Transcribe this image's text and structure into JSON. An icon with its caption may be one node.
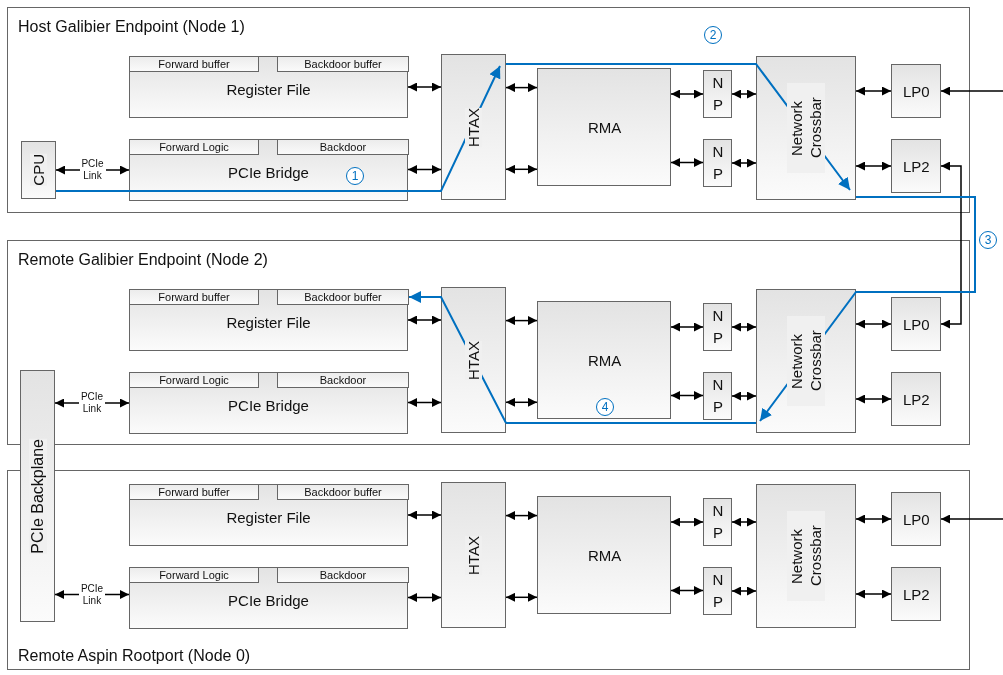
{
  "diagram": {
    "nodes": [
      {
        "text": [
          "Host Galibier Endpoint (Node 1)"
        ]
      },
      {
        "text": [
          "Register File"
        ],
        "in": 0
      },
      {
        "text": [
          "Forward buffer"
        ],
        "in": 1
      },
      {
        "text": [
          "Backdoor buffer"
        ],
        "in": 1
      },
      {
        "text": [
          "CPU"
        ],
        "in": 0
      },
      {
        "text": [
          "PCIe Bridge"
        ],
        "in": 0
      },
      {
        "text": [
          "Forward Logic"
        ],
        "in": 5
      },
      {
        "text": [
          "Backdoor"
        ],
        "in": 5
      },
      {
        "text": [
          "HTAX"
        ],
        "in": 0
      },
      {
        "text": [
          "RMA"
        ],
        "in": 0
      },
      {
        "text": [
          "N P"
        ],
        "in": 0
      },
      {
        "text": [
          "N P"
        ],
        "in": 0
      },
      {
        "text": [
          "Network Crossbar"
        ],
        "in": 0
      },
      {
        "text": [
          "LP0"
        ],
        "in": 0
      },
      {
        "text": [
          "LP2"
        ],
        "in": 0
      },
      {
        "text": [
          "Remote Galibier Endpoint (Node 2)"
        ]
      },
      {
        "text": [
          "Register File"
        ],
        "in": 15
      },
      {
        "text": [
          "Forward buffer"
        ],
        "in": 16
      },
      {
        "text": [
          "Backdoor buffer"
        ],
        "in": 16
      },
      {
        "text": [
          "PCIe Bridge"
        ],
        "in": 15
      },
      {
        "text": [
          "Forward Logic"
        ],
        "in": 19
      },
      {
        "text": [
          "Backdoor"
        ],
        "in": 19
      },
      {
        "text": [
          "HTAX"
        ],
        "in": 15
      },
      {
        "text": [
          "RMA"
        ],
        "in": 15
      },
      {
        "text": [
          "N P"
        ],
        "in": 15
      },
      {
        "text": [
          "N P"
        ],
        "in": 15
      },
      {
        "text": [
          "Network Crossbar"
        ],
        "in": 15
      },
      {
        "text": [
          "LP0"
        ],
        "in": 15
      },
      {
        "text": [
          "LP2"
        ],
        "in": 15
      },
      {
        "text": [
          "PCIe Backplane"
        ]
      },
      {
        "text": [
          "Remote Aspin Rootport (Node 0)"
        ]
      },
      {
        "text": [
          "Register File"
        ],
        "in": 30
      },
      {
        "text": [
          "Forward buffer"
        ],
        "in": 31
      },
      {
        "text": [
          "Backdoor buffer"
        ],
        "in": 31
      },
      {
        "text": [
          "PCIe Bridge"
        ],
        "in": 30
      },
      {
        "text": [
          "Forward Logic"
        ],
        "in": 34
      },
      {
        "text": [
          "Backdoor"
        ],
        "in": 34
      },
      {
        "text": [
          "HTAX"
        ],
        "in": 30
      },
      {
        "text": [
          "RMA"
        ],
        "in": 30
      },
      {
        "text": [
          "N P"
        ],
        "in": 30
      },
      {
        "text": [
          "N P"
        ],
        "in": 30
      },
      {
        "text": [
          "Network Crossbar"
        ],
        "in": 30
      },
      {
        "text": [
          "LP0"
        ],
        "in": 30
      },
      {
        "text": [
          "LP2"
        ],
        "in": 30
      }
    ],
    "edges": [
      {
        "from": 4,
        "to": 5,
        "arrow": "both",
        "label": "PCIe Link"
      },
      {
        "from": 1,
        "to": 8,
        "arrow": "both"
      },
      {
        "from": 5,
        "to": 8,
        "arrow": "both"
      },
      {
        "from": 8,
        "to": 9,
        "arrow": "both"
      },
      {
        "from": 8,
        "to": 9,
        "arrow": "both"
      },
      {
        "from": 9,
        "to": 10,
        "arrow": "both"
      },
      {
        "from": 9,
        "to": 11,
        "arrow": "both"
      },
      {
        "from": 10,
        "to": 12,
        "arrow": "both"
      },
      {
        "from": 11,
        "to": 12,
        "arrow": "both"
      },
      {
        "from": 12,
        "to": 13,
        "arrow": "both"
      },
      {
        "from": 12,
        "to": 14,
        "arrow": "both"
      },
      {
        "from": null,
        "to": 13,
        "arrow": "to"
      },
      {
        "from": 14,
        "to": 27,
        "arrow": "both"
      },
      {
        "from": 16,
        "to": 22,
        "arrow": "both"
      },
      {
        "from": 19,
        "to": 22,
        "arrow": "both"
      },
      {
        "from": 22,
        "to": 23,
        "arrow": "both"
      },
      {
        "from": 22,
        "to": 23,
        "arrow": "both"
      },
      {
        "from": 23,
        "to": 24,
        "arrow": "both"
      },
      {
        "from": 23,
        "to": 25,
        "arrow": "both"
      },
      {
        "from": 24,
        "to": 26,
        "arrow": "both"
      },
      {
        "from": 25,
        "to": 26,
        "arrow": "both"
      },
      {
        "from": 26,
        "to": 27,
        "arrow": "both"
      },
      {
        "from": 26,
        "to": 28,
        "arrow": "both"
      },
      {
        "from": 29,
        "to": 19,
        "arrow": "both",
        "label": "PCIe Link"
      },
      {
        "from": 29,
        "to": 34,
        "arrow": "both",
        "label": "PCIe Link"
      },
      {
        "from": 31,
        "to": 37,
        "arrow": "both"
      },
      {
        "from": 34,
        "to": 37,
        "arrow": "both"
      },
      {
        "from": 37,
        "to": 38,
        "arrow": "both"
      },
      {
        "from": 37,
        "to": 38,
        "arrow": "both"
      },
      {
        "from": 38,
        "to": 39,
        "arrow": "both"
      },
      {
        "from": 38,
        "to": 40,
        "arrow": "both"
      },
      {
        "from": 39,
        "to": 41,
        "arrow": "both"
      },
      {
        "from": 40,
        "to": 41,
        "arrow": "both"
      },
      {
        "from": 41,
        "to": 42,
        "arrow": "both"
      },
      {
        "from": 41,
        "to": 43,
        "arrow": "both"
      },
      {
        "from": null,
        "to": 42,
        "arrow": "to"
      },
      {
        "from": 4,
        "to": 8,
        "arrow": "to",
        "label": "1",
        "color": "#0070c0"
      },
      {
        "from": 8,
        "to": 12,
        "arrow": "to",
        "label": "2",
        "color": "#0070c0"
      },
      {
        "from": 12,
        "to": 26,
        "arrow": "to",
        "label": "3",
        "color": "#0070c0"
      },
      {
        "from": 26,
        "to": 22,
        "arrow": "none",
        "label": "4",
        "color": "#0070c0"
      },
      {
        "from": 22,
        "to": 18,
        "arrow": "to",
        "color": "#0070c0"
      }
    ]
  }
}
